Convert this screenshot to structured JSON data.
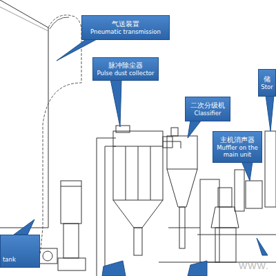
{
  "diagram": {
    "nodes": [
      {
        "text": [
          "气送装置",
          "Pneumatic transmission"
        ]
      },
      {
        "text": [
          "脉冲除尘器",
          "Pulse dust collector"
        ]
      },
      {
        "text": [
          "二次分级机",
          "Classifier"
        ]
      },
      {
        "text": [
          "主机消声器",
          "Muffler on the main unit"
        ]
      },
      {
        "text": [
          "储",
          "Stor"
        ]
      },
      {
        "text": [
          "tank"
        ]
      }
    ],
    "labels": [
      "WWW."
    ]
  }
}
